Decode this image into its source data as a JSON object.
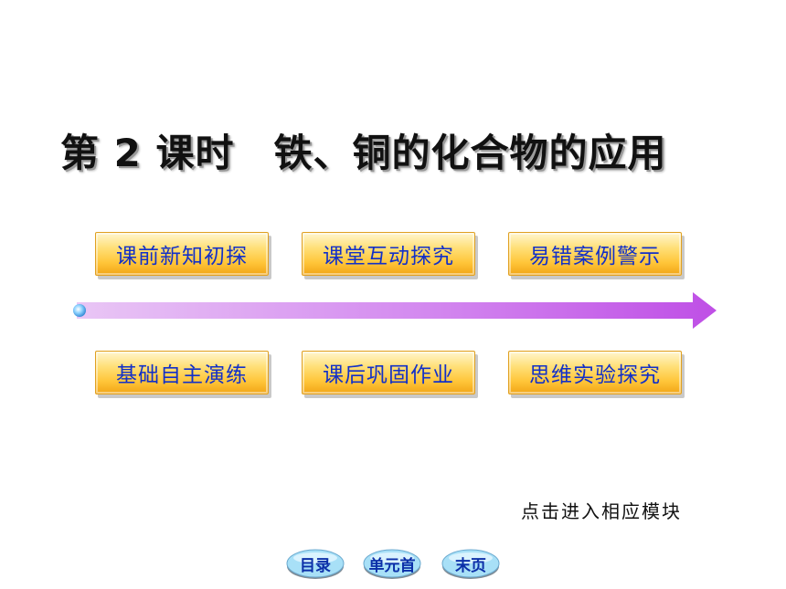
{
  "slide": {
    "title": "第 2 课时　铁、铜的化合物的应用"
  },
  "modules": {
    "top": [
      {
        "label": "课前新知初探"
      },
      {
        "label": "课堂互动探究"
      },
      {
        "label": "易错案例警示"
      }
    ],
    "bottom": [
      {
        "label": "基础自主演练"
      },
      {
        "label": "课后巩固作业"
      },
      {
        "label": "思维实验探究"
      }
    ]
  },
  "hint": "点击进入相应模块",
  "nav": [
    {
      "label": "目录"
    },
    {
      "label": "单元首"
    },
    {
      "label": "末页"
    }
  ],
  "colors": {
    "button_text": "#1230c8",
    "button_gold": "#ffc63a",
    "arrow": "#c65ae8"
  }
}
